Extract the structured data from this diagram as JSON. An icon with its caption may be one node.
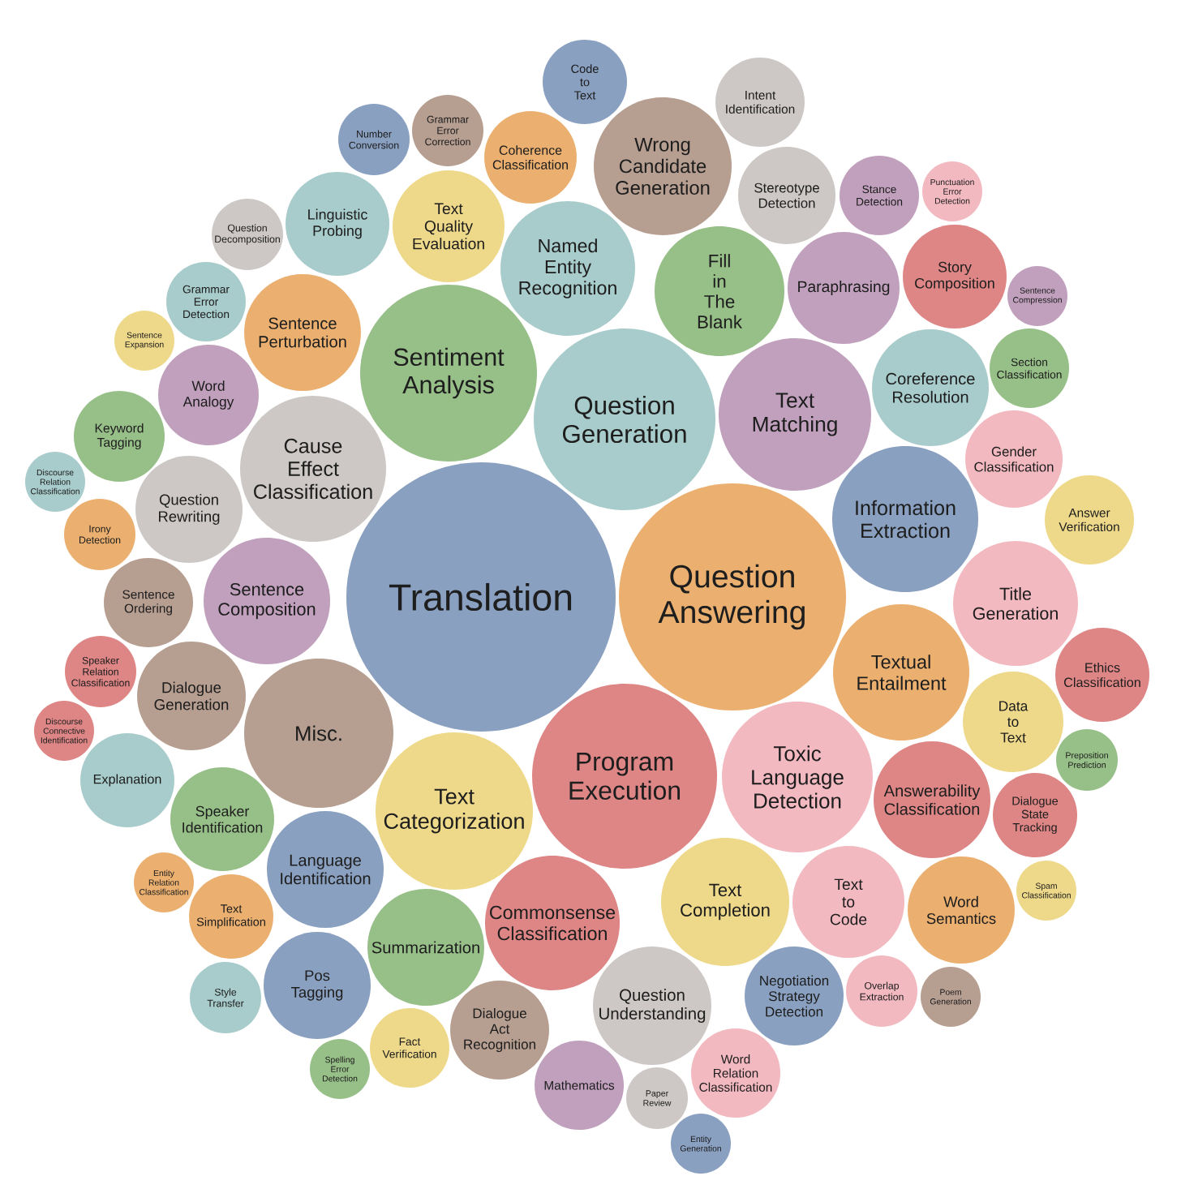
{
  "diagram": {
    "nodes": [
      {
        "text": [
          "Code to Text"
        ]
      },
      {
        "text": [
          "Intent Identification"
        ]
      },
      {
        "text": [
          "Number Conversion"
        ]
      },
      {
        "text": [
          "Grammar Error Correction"
        ]
      },
      {
        "text": [
          "Coherence Classification"
        ]
      },
      {
        "text": [
          "Wrong Candidate Generation"
        ]
      },
      {
        "text": [
          "Stereotype Detection"
        ]
      },
      {
        "text": [
          "Stance Detection"
        ]
      },
      {
        "text": [
          "Punctuation Error Detection"
        ]
      },
      {
        "text": [
          "Question Decomposition"
        ]
      },
      {
        "text": [
          "Linguistic Probing"
        ]
      },
      {
        "text": [
          "Text Quality Evaluation"
        ]
      },
      {
        "text": [
          "Named Entity Recognition"
        ]
      },
      {
        "text": [
          "Fill in The Blank"
        ]
      },
      {
        "text": [
          "Paraphrasing"
        ]
      },
      {
        "text": [
          "Story Composition"
        ]
      },
      {
        "text": [
          "Sentence Compression"
        ]
      },
      {
        "text": [
          "Grammar Error Detection"
        ]
      },
      {
        "text": [
          "Sentence Perturbation"
        ]
      },
      {
        "text": [
          "Sentence Expansion"
        ]
      },
      {
        "text": [
          "Sentiment Analysis"
        ]
      },
      {
        "text": [
          "Question Generation"
        ]
      },
      {
        "text": [
          "Text Matching"
        ]
      },
      {
        "text": [
          "Coreference Resolution"
        ]
      },
      {
        "text": [
          "Section Classification"
        ]
      },
      {
        "text": [
          "Word Analogy"
        ]
      },
      {
        "text": [
          "Keyword Tagging"
        ]
      },
      {
        "text": [
          "Cause Effect Classification"
        ]
      },
      {
        "text": [
          "Gender Classification"
        ]
      },
      {
        "text": [
          "Discourse Relation Classification"
        ]
      },
      {
        "text": [
          "Question Rewriting"
        ]
      },
      {
        "text": [
          "Information Extraction"
        ]
      },
      {
        "text": [
          "Answer Verification"
        ]
      },
      {
        "text": [
          "Irony Detection"
        ]
      },
      {
        "text": [
          "Translation"
        ]
      },
      {
        "text": [
          "Question Answering"
        ]
      },
      {
        "text": [
          "Sentence Ordering"
        ]
      },
      {
        "text": [
          "Sentence Composition"
        ]
      },
      {
        "text": [
          "Title Generation"
        ]
      },
      {
        "text": [
          "Speaker Relation Classification"
        ]
      },
      {
        "text": [
          "Ethics Classification"
        ]
      },
      {
        "text": [
          "Textual Entailment"
        ]
      },
      {
        "text": [
          "Dialogue Generation"
        ]
      },
      {
        "text": [
          "Misc."
        ]
      },
      {
        "text": [
          "Data to Text"
        ]
      },
      {
        "text": [
          "Discourse Connective Identification"
        ]
      },
      {
        "text": [
          "Preposition Prediction"
        ]
      },
      {
        "text": [
          "Program Execution"
        ]
      },
      {
        "text": [
          "Toxic Language Detection"
        ]
      },
      {
        "text": [
          "Explanation"
        ]
      },
      {
        "text": [
          "Text Categorization"
        ]
      },
      {
        "text": [
          "Answerability Classification"
        ]
      },
      {
        "text": [
          "Speaker Identification"
        ]
      },
      {
        "text": [
          "Dialogue State Tracking"
        ]
      },
      {
        "text": [
          "Language Identification"
        ]
      },
      {
        "text": [
          "Entity Relation Classification"
        ]
      },
      {
        "text": [
          "Spam Classification"
        ]
      },
      {
        "text": [
          "Text Completion"
        ]
      },
      {
        "text": [
          "Text to Code"
        ]
      },
      {
        "text": [
          "Word Semantics"
        ]
      },
      {
        "text": [
          "Text Simplification"
        ]
      },
      {
        "text": [
          "Summarization"
        ]
      },
      {
        "text": [
          "Commonsense Classification"
        ]
      },
      {
        "text": [
          "Pos Tagging"
        ]
      },
      {
        "text": [
          "Style Transfer"
        ]
      },
      {
        "text": [
          "Question Understanding"
        ]
      },
      {
        "text": [
          "Negotiation Strategy Detection"
        ]
      },
      {
        "text": [
          "Overlap Extraction"
        ]
      },
      {
        "text": [
          "Poem Generation"
        ]
      },
      {
        "text": [
          "Dialogue Act Recognition"
        ]
      },
      {
        "text": [
          "Fact Verification"
        ]
      },
      {
        "text": [
          "Spelling Error Detection"
        ]
      },
      {
        "text": [
          "Mathematics"
        ]
      },
      {
        "text": [
          "Paper Review"
        ]
      },
      {
        "text": [
          "Word Relation Classification"
        ]
      },
      {
        "text": [
          "Entity Generation"
        ]
      }
    ]
  }
}
